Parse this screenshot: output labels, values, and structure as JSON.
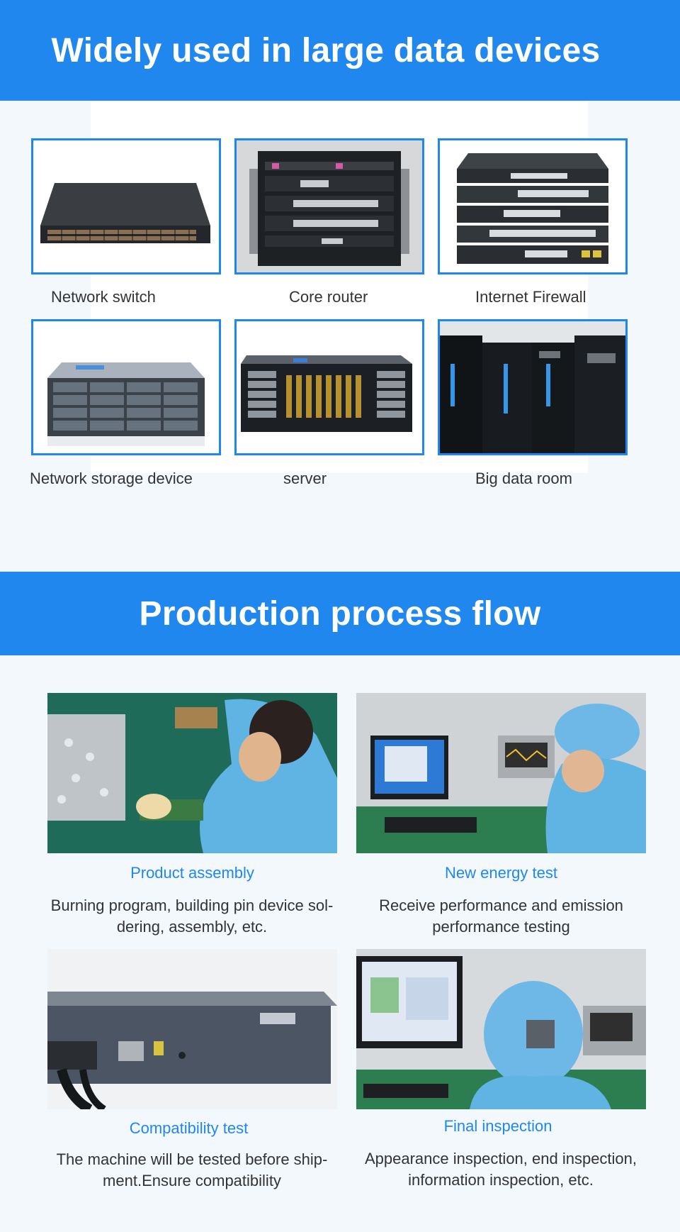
{
  "section_applications": {
    "title": "Widely used in large data devices",
    "devices": [
      {
        "label": "Network switch",
        "icon": "network-switch-photo"
      },
      {
        "label": "Core router",
        "icon": "core-router-photo"
      },
      {
        "label": "Internet Firewall",
        "icon": "internet-firewall-photo"
      },
      {
        "label": "Network storage device",
        "icon": "storage-device-photo"
      },
      {
        "label": "server",
        "icon": "server-photo"
      },
      {
        "label": "Big data room",
        "icon": "data-room-photo"
      }
    ]
  },
  "section_process": {
    "title": "Production process flow",
    "steps": [
      {
        "title": "Product assembly",
        "desc": "Burning program, building pin device sol-dering, assembly, etc."
      },
      {
        "title": "New energy test",
        "desc": "Receive performance and emission performance testing"
      },
      {
        "title": "Compatibility test",
        "desc": "The machine will be tested before ship-ment.Ensure compatibility"
      },
      {
        "title": "Final inspection",
        "desc": "Appearance inspection, end inspection, information inspection, etc."
      }
    ]
  },
  "colors": {
    "accent": "#1f87ee",
    "text": "#333333",
    "background": "#f3f8fc"
  }
}
